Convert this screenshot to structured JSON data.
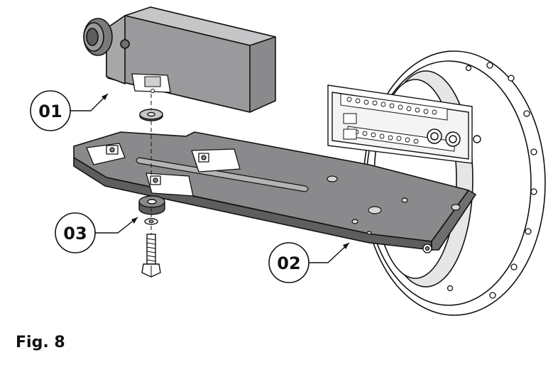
{
  "callouts": [
    {
      "id": "camera",
      "label": "01"
    },
    {
      "id": "bracket",
      "label": "02"
    },
    {
      "id": "fixings",
      "label": "03"
    }
  ],
  "caption": "Fig. 8",
  "colors": {
    "camera_body": "#8a8a8c",
    "camera_top": "#c6c6c8",
    "bracket": "#7e7e80",
    "flange": "#ffffff",
    "outline": "#111111"
  }
}
